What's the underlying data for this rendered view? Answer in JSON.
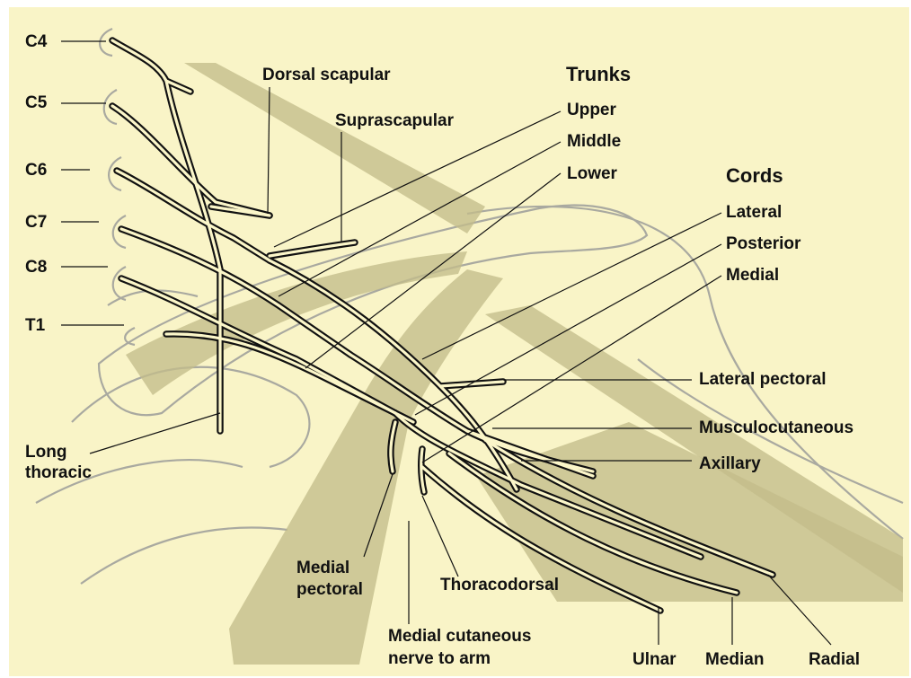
{
  "colors": {
    "background": "#f9f4c7",
    "muscle": "#c3bd8a",
    "nerve_fill": "#fbf6c9",
    "nerve_outline": "#111111",
    "bone_outline": "#a9a9a0",
    "text": "#111111"
  },
  "roots": [
    "C4",
    "C5",
    "C6",
    "C7",
    "C8",
    "T1"
  ],
  "headers": {
    "trunks": "Trunks",
    "cords": "Cords"
  },
  "trunks": [
    "Upper",
    "Middle",
    "Lower"
  ],
  "cords": [
    "Lateral",
    "Posterior",
    "Medial"
  ],
  "branches_top": {
    "dorsal_scapular": "Dorsal scapular",
    "suprascapular": "Suprascapular"
  },
  "branches_right": {
    "lateral_pectoral": "Lateral pectoral",
    "musculocutaneous": "Musculocutaneous",
    "axillary": "Axillary"
  },
  "branches_left": {
    "long_thoracic": [
      "Long",
      "thoracic"
    ]
  },
  "branches_bottom": {
    "medial_pectoral": [
      "Medial",
      "pectoral"
    ],
    "thoracodorsal": "Thoracodorsal",
    "medial_cutaneous": [
      "Medial cutaneous",
      "nerve to arm"
    ],
    "ulnar": "Ulnar",
    "median": "Median",
    "radial": "Radial"
  }
}
